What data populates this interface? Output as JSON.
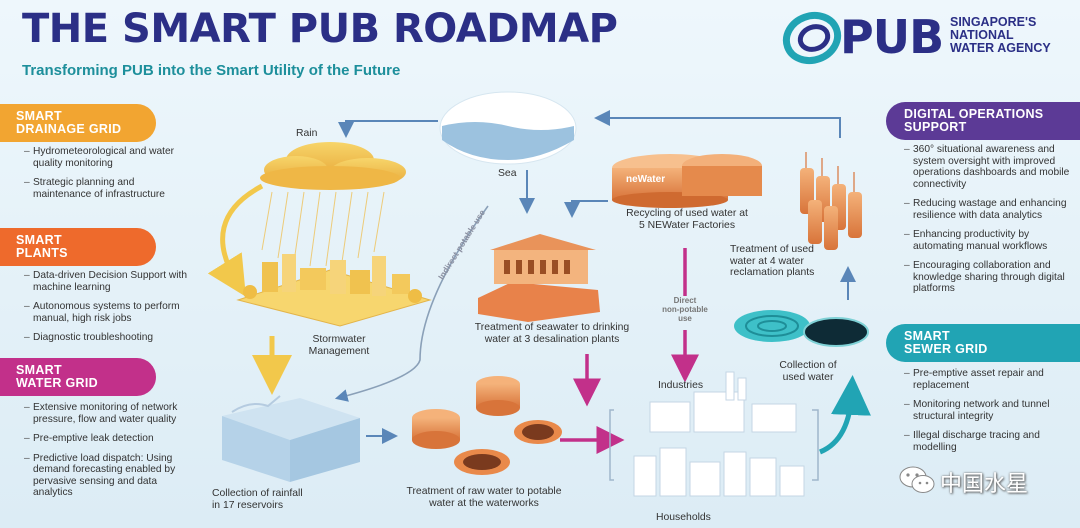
{
  "header": {
    "title": "THE SMART PUB ROADMAP",
    "subtitle": "Transforming PUB into the Smart Utility of the Future"
  },
  "logo": {
    "word": "PUB",
    "tagline": [
      "SINGAPORE'S",
      "NATIONAL",
      "WATER AGENCY"
    ]
  },
  "panels": {
    "drainage": {
      "title": [
        "SMART",
        "DRAINAGE GRID"
      ],
      "color": "#f2a531",
      "items": [
        "Hydrometeorological and water quality monitoring",
        "Strategic planning and maintenance of infrastructure"
      ]
    },
    "plants": {
      "title": [
        "SMART",
        "PLANTS"
      ],
      "color": "#ee6a2c",
      "items": [
        "Data-driven Decision Support with machine learning",
        "Autonomous systems to perform manual, high risk jobs",
        "Diagnostic troubleshooting"
      ]
    },
    "water": {
      "title": [
        "SMART",
        "WATER GRID"
      ],
      "color": "#c2308a",
      "items": [
        "Extensive monitoring of network pressure, flow and water quality",
        "Pre-emptive leak detection",
        "Predictive load dispatch: Using demand forecasting enabled by pervasive sensing and data analytics"
      ]
    },
    "digital": {
      "title": [
        "DIGITAL OPERATIONS",
        "SUPPORT"
      ],
      "color": "#5c3a96",
      "items": [
        "360° situational awareness and system oversight with improved operations dashboards and mobile connectivity",
        "Reducing wastage and enhancing resilience with data analytics",
        "Enhancing productivity by automating manual workflows",
        "Encouraging collaboration and knowledge sharing through digital platforms"
      ]
    },
    "sewer": {
      "title": [
        "SMART",
        "SEWER GRID"
      ],
      "color": "#21a4b4",
      "items": [
        "Pre-emptive asset repair and replacement",
        "Monitoring network and tunnel structural integrity",
        "Illegal discharge tracing and modelling"
      ]
    }
  },
  "diagram": {
    "rain": "Rain",
    "sea": "Sea",
    "stormwater": [
      "Stormwater",
      "Management"
    ],
    "reservoirs": [
      "Collection of rainfall",
      "in 17 reservoirs"
    ],
    "waterworks": [
      "Treatment of raw water to potable",
      "water at the waterworks"
    ],
    "desalination": [
      "Treatment of seawater to drinking",
      "water at 3 desalination plants"
    ],
    "newater": [
      "Recycling of used water at",
      "5 NEWater Factories"
    ],
    "newater_sign": "neWater",
    "reclamation": [
      "Treatment of used",
      "water at 4 water",
      "reclamation plants"
    ],
    "collection": [
      "Collection of",
      "used water"
    ],
    "industries": "Industries",
    "households": "Households",
    "indirect": "Indirect potable use",
    "direct": [
      "Direct",
      "non-potable",
      "use"
    ]
  },
  "watermark": {
    "text": "中国水星"
  },
  "colors": {
    "navy": "#2b2f86",
    "teal": "#21a4b4",
    "magenta": "#c2308a",
    "blueArrow": "#5a86b8"
  }
}
